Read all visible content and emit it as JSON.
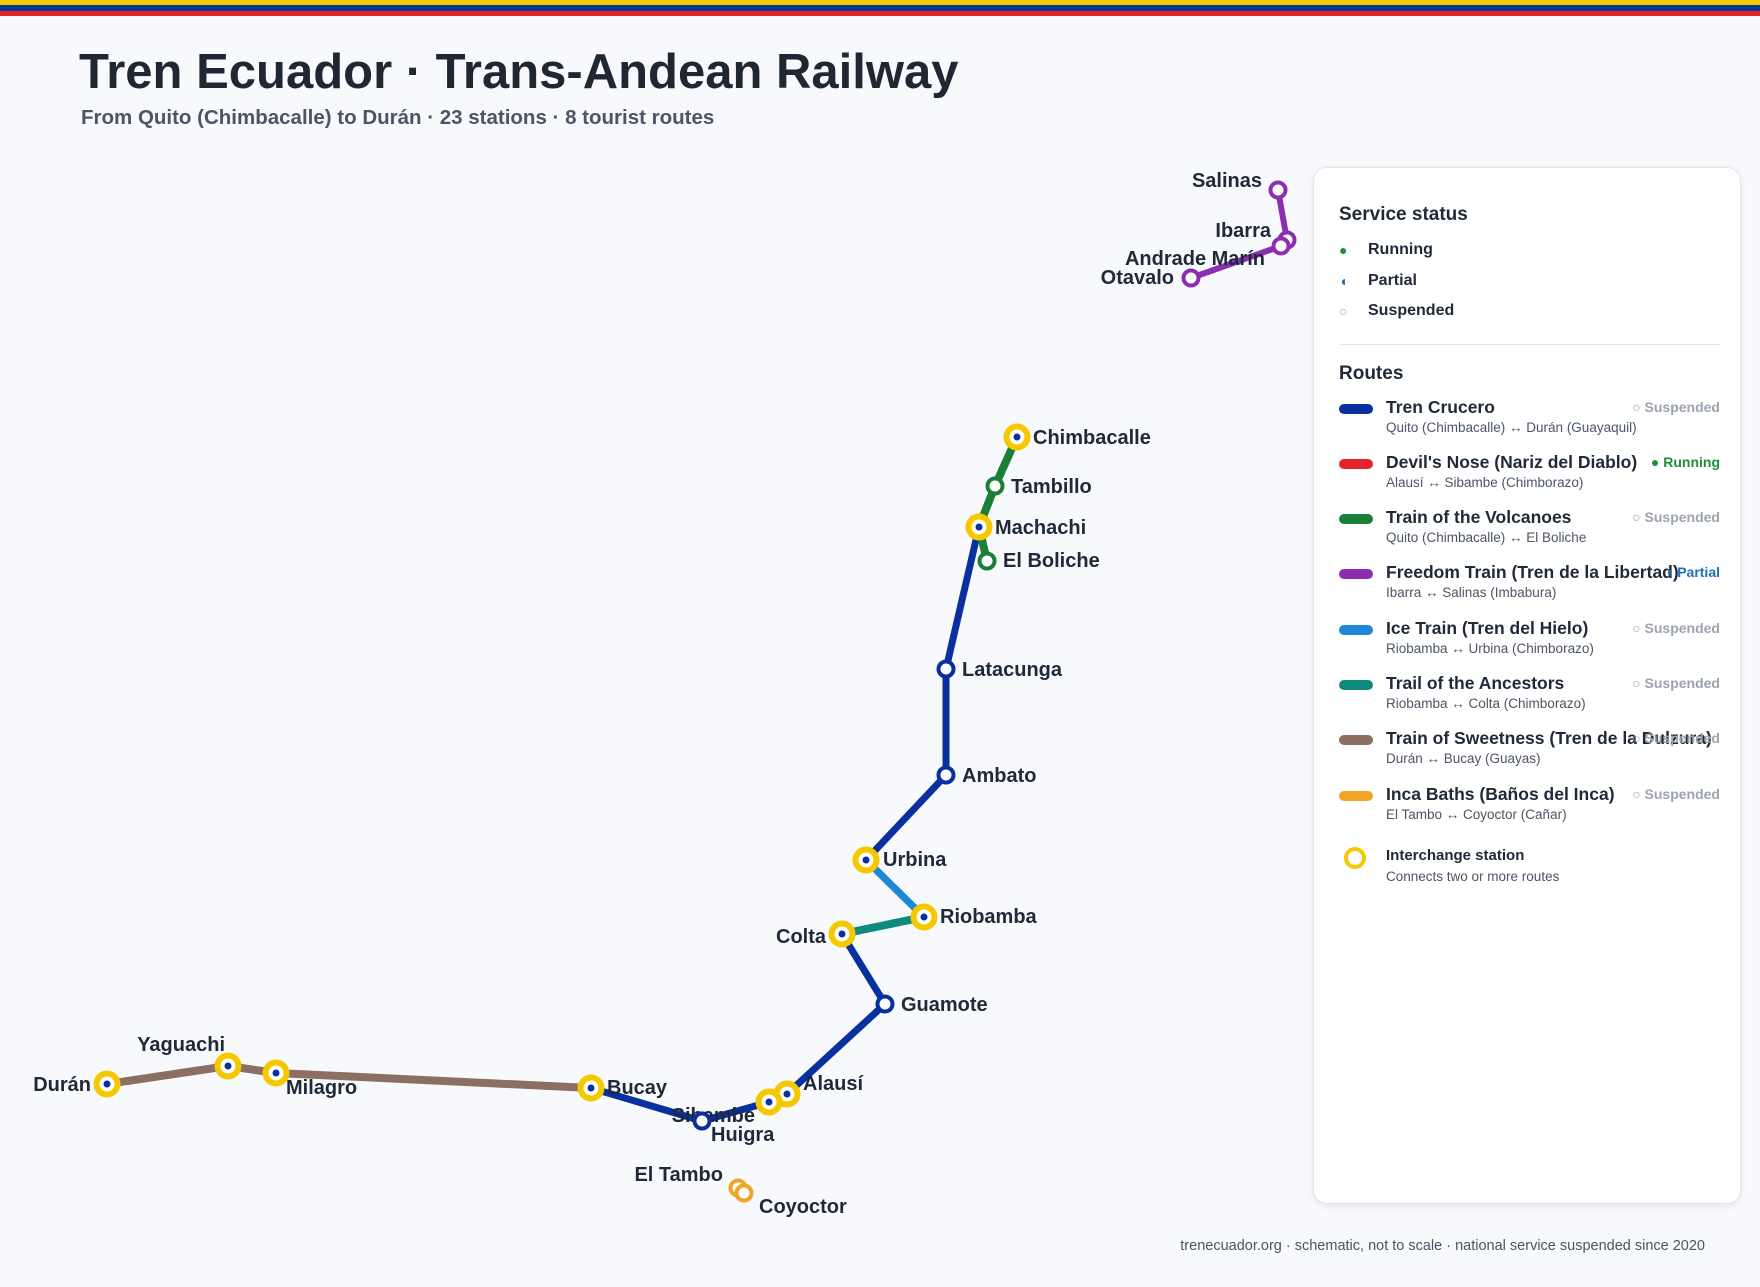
{
  "header": {
    "title": "Tren Ecuador · Trans-Andean Railway",
    "subtitle": "From Quito (Chimbacalle) to Durán · 23 stations · 8 tourist routes"
  },
  "colors": {
    "flag_yellow": "#f5c800",
    "flag_blue": "#003893",
    "flag_red": "#e3242b",
    "interchange": "#f5c800",
    "running": "#1f8f3a",
    "partial": "#1f6fb8",
    "suspended": "#9ca3af"
  },
  "legend": {
    "status_heading": "Service status",
    "statuses": [
      {
        "id": "running",
        "label": "Running",
        "glyph": "●",
        "color": "#1f8f3a"
      },
      {
        "id": "partial",
        "label": "Partial",
        "glyph": "◖",
        "color": "#1f6fb8"
      },
      {
        "id": "suspended",
        "label": "Suspended",
        "glyph": "○",
        "color": "#9ca3af"
      }
    ],
    "routes_heading": "Routes",
    "routes": [
      {
        "name": "Tren Crucero",
        "ends": "Quito (Chimbacalle) ↔ Durán (Guayaquil)",
        "color": "#0a2f9e",
        "status": "○ Suspended",
        "status_color": "#9ca3af"
      },
      {
        "name": "Devil's Nose (Nariz del Diablo)",
        "ends": "Alausí ↔ Sibambe (Chimborazo)",
        "color": "#e3242b",
        "status": "● Running",
        "status_color": "#1f8f3a"
      },
      {
        "name": "Train of the Volcanoes",
        "ends": "Quito (Chimbacalle) ↔ El Boliche",
        "color": "#1a7f37",
        "status": "○ Suspended",
        "status_color": "#9ca3af"
      },
      {
        "name": "Freedom Train (Tren de la Libertad)",
        "ends": "Ibarra ↔ Salinas (Imbabura)",
        "color": "#8b2fb0",
        "status": "◖ Partial",
        "status_color": "#1f6fb8"
      },
      {
        "name": "Ice Train (Tren del Hielo)",
        "ends": "Riobamba ↔ Urbina (Chimborazo)",
        "color": "#1e88d6",
        "status": "○ Suspended",
        "status_color": "#9ca3af"
      },
      {
        "name": "Trail of the Ancestors",
        "ends": "Riobamba ↔ Colta (Chimborazo)",
        "color": "#0f8a7e",
        "status": "○ Suspended",
        "status_color": "#9ca3af"
      },
      {
        "name": "Train of Sweetness (Tren de la Dulzura)",
        "ends": "Durán ↔ Bucay (Guayas)",
        "color": "#8d6e63",
        "status": "○ Suspended",
        "status_color": "#9ca3af"
      },
      {
        "name": "Inca Baths (Baños del Inca)",
        "ends": "El Tambo ↔ Coyoctor (Cañar)",
        "color": "#f2a427",
        "status": "○ Suspended",
        "status_color": "#9ca3af"
      }
    ],
    "interchange_title": "Interchange station",
    "interchange_desc": "Connects two or more routes"
  },
  "footer": "trenecuador.org · schematic, not to scale · national service suspended since 2020",
  "map": {
    "lines": [
      {
        "id": "crucero-main",
        "color": "#0a2f9e",
        "stations": [
          "Chimbacalle",
          "Tambillo",
          "Machachi",
          "Latacunga",
          "Ambato",
          "Urbina",
          "Riobamba",
          "Colta",
          "Guamote",
          "Alausí",
          "Sibambe",
          "Huigra",
          "Bucay",
          "Milagro",
          "Yaguachi",
          "Durán"
        ]
      },
      {
        "id": "volcanoes",
        "color": "#1a7f37",
        "stations": [
          "Chimbacalle",
          "Tambillo",
          "Machachi",
          "El Boliche"
        ]
      },
      {
        "id": "ice",
        "color": "#1e88d6",
        "stations": [
          "Urbina",
          "Riobamba"
        ]
      },
      {
        "id": "ancestors",
        "color": "#0f8a7e",
        "stations": [
          "Riobamba",
          "Colta"
        ]
      },
      {
        "id": "devils-nose",
        "color": "#e3242b",
        "stations": [
          "Alausí",
          "Sibambe"
        ]
      },
      {
        "id": "sweetness",
        "color": "#8d6e63",
        "stations": [
          "Bucay",
          "Milagro",
          "Yaguachi",
          "Durán"
        ]
      },
      {
        "id": "freedom",
        "color": "#8b2fb0",
        "stations": [
          "Salinas",
          "Ibarra",
          "Andrade Marín",
          "Otavalo"
        ]
      },
      {
        "id": "inca",
        "color": "#f2a427",
        "stations": [
          "El Tambo",
          "Coyoctor"
        ]
      }
    ],
    "stations": [
      {
        "name": "Salinas",
        "color": "#8b2fb0",
        "interchange": false
      },
      {
        "name": "Ibarra",
        "color": "#8b2fb0",
        "interchange": false
      },
      {
        "name": "Andrade Marín",
        "color": "#8b2fb0",
        "interchange": false
      },
      {
        "name": "Otavalo",
        "color": "#8b2fb0",
        "interchange": false
      },
      {
        "name": "Chimbacalle",
        "color": "#0a2f9e",
        "interchange": true
      },
      {
        "name": "Tambillo",
        "color": "#1a7f37",
        "interchange": false
      },
      {
        "name": "Machachi",
        "color": "#0a2f9e",
        "interchange": true
      },
      {
        "name": "El Boliche",
        "color": "#1a7f37",
        "interchange": false
      },
      {
        "name": "Latacunga",
        "color": "#0a2f9e",
        "interchange": false
      },
      {
        "name": "Ambato",
        "color": "#0a2f9e",
        "interchange": false
      },
      {
        "name": "Urbina",
        "color": "#0a2f9e",
        "interchange": true
      },
      {
        "name": "Riobamba",
        "color": "#0a2f9e",
        "interchange": true
      },
      {
        "name": "Colta",
        "color": "#0a2f9e",
        "interchange": true
      },
      {
        "name": "Guamote",
        "color": "#0a2f9e",
        "interchange": false
      },
      {
        "name": "Alausí",
        "color": "#0a2f9e",
        "interchange": true
      },
      {
        "name": "Sibambe",
        "color": "#0a2f9e",
        "interchange": true
      },
      {
        "name": "Huigra",
        "color": "#0a2f9e",
        "interchange": false
      },
      {
        "name": "Bucay",
        "color": "#0a2f9e",
        "interchange": true
      },
      {
        "name": "Milagro",
        "color": "#0a2f9e",
        "interchange": true
      },
      {
        "name": "Yaguachi",
        "color": "#0a2f9e",
        "interchange": true
      },
      {
        "name": "Durán",
        "color": "#0a2f9e",
        "interchange": true
      },
      {
        "name": "El Tambo",
        "color": "#f2a427",
        "interchange": false
      },
      {
        "name": "Coyoctor",
        "color": "#f2a427",
        "interchange": false
      }
    ]
  }
}
